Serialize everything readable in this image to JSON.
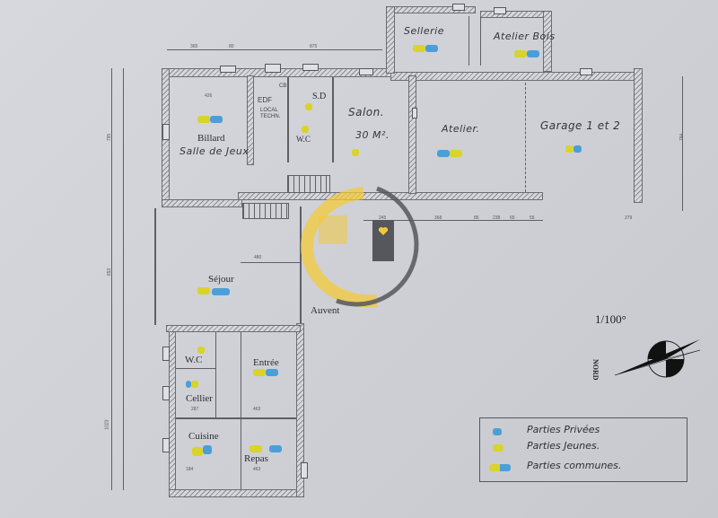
{
  "plan": {
    "scale": "1/100°",
    "north_label": "NORD",
    "colors": {
      "prive": "#4a9fd8",
      "jeunes": "#d9d32a",
      "watermark_yellow": "#f3c93a",
      "watermark_grey": "#55575d"
    },
    "rooms": {
      "sellerie": "Sellerie",
      "atelier_bois": "Atelier Bois",
      "billard": "Billard",
      "salle_de_jeux": "Salle de Jeux",
      "edf": "EDF",
      "local_techn_1": "LOCAL",
      "local_techn_2": "TECHN.",
      "cb": "CB",
      "sd": "S.D",
      "wc_top": "W.C",
      "salon": "Salon.",
      "salon_area": "30 M².",
      "atelier": "Atelier.",
      "garages": "Garage 1 et 2",
      "sejour": "Séjour",
      "auvent": "Auvent",
      "wc_bottom": "W.C",
      "entree": "Entrée",
      "cellier": "Cellier",
      "cuisine": "Cuisine",
      "repas": "Repas"
    },
    "dimensions": {
      "top_1": "365",
      "top_2": "80",
      "top_3": "875",
      "billard_w": "426",
      "row_1": "245",
      "row_2": "368",
      "row_3": "85",
      "row_4": "238",
      "row_5": "65",
      "row_6": "55",
      "row_7": "279",
      "left_1": "795",
      "left_2": "653",
      "left_3": "1023",
      "right_h": "784",
      "sejour_d": "480",
      "cellier_w": "287",
      "entree_w": "463",
      "cuisine_w": "184",
      "repas_w": "463"
    }
  },
  "legend": {
    "items": [
      {
        "label": "Parties Privées",
        "color": "#4a9fd8"
      },
      {
        "label": "Parties Jeunes.",
        "color": "#d9d32a"
      },
      {
        "label": "Parties communes.",
        "color": "linear-gradient(90deg,#d9d32a 50%,#4a9fd8 50%)"
      }
    ]
  }
}
